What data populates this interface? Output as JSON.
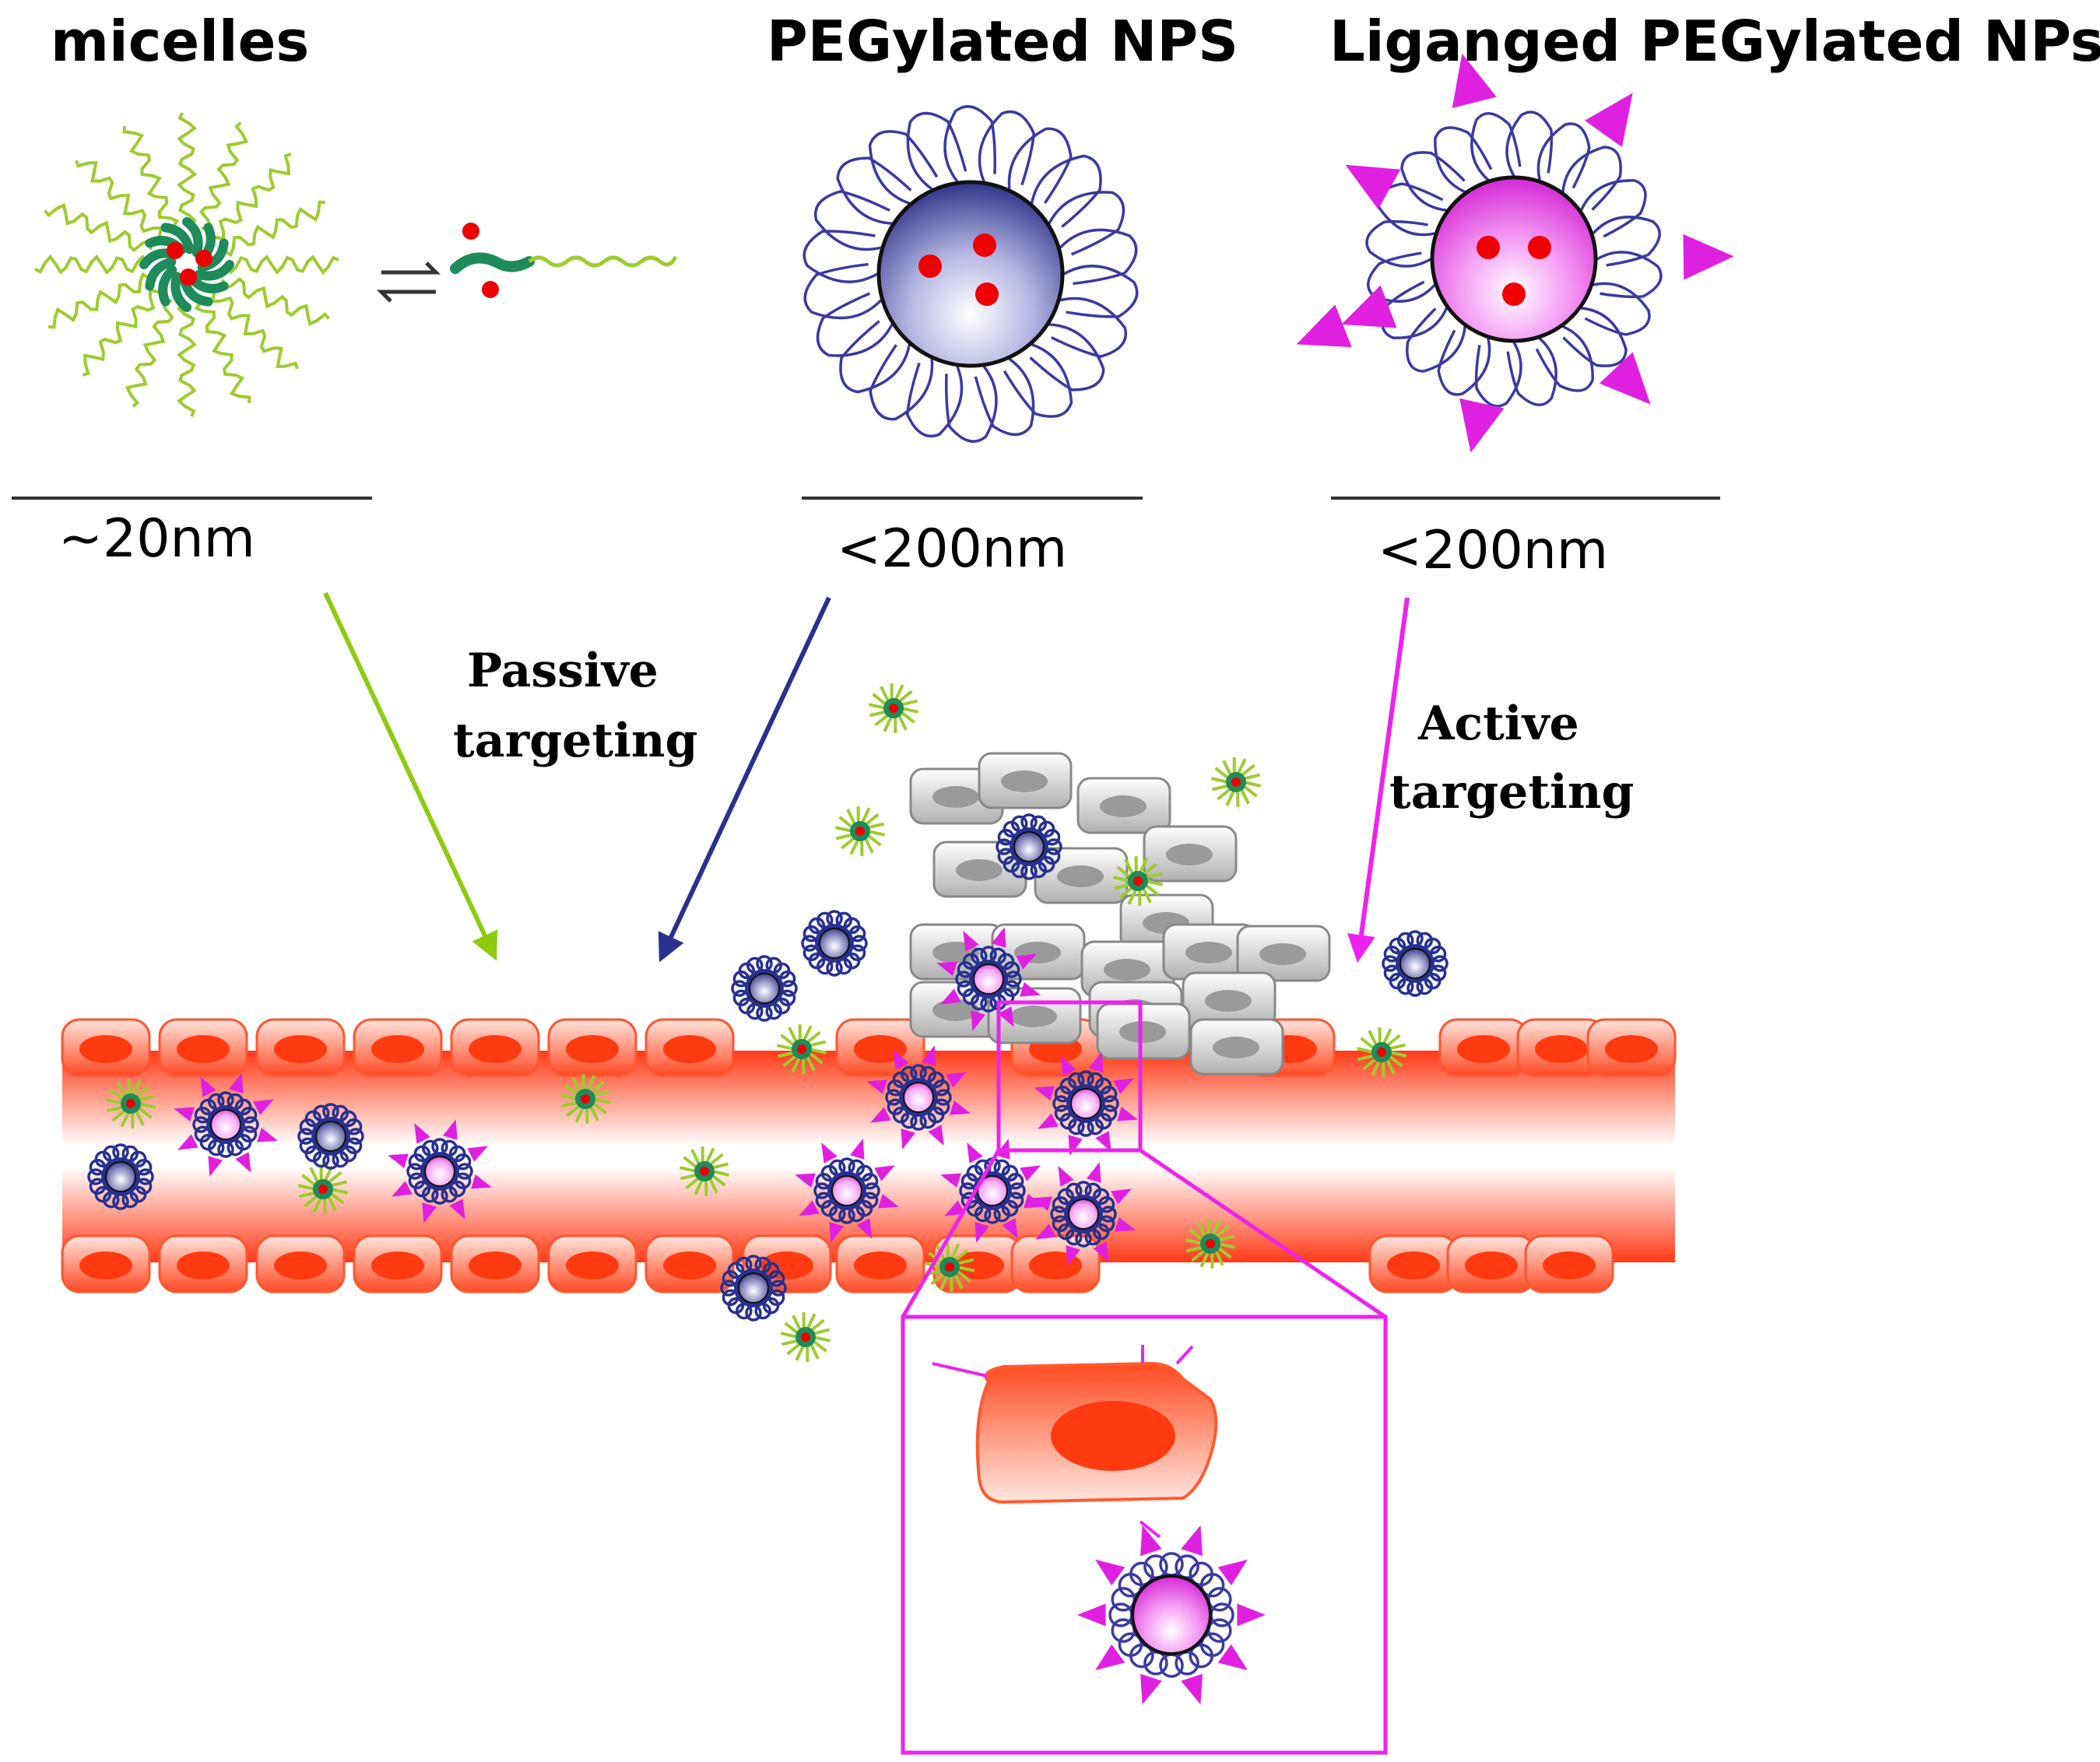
{
  "headers": {
    "micelles": "micelles",
    "pegylated": "PEGylated NPS",
    "liganged": "Liganged PEGylated NPs"
  },
  "sizes": {
    "micelles": "~20nm",
    "pegylated": "<200nm",
    "liganged": "<200nm"
  },
  "targeting": {
    "passive_line1": "Passive",
    "passive_line2": "targeting",
    "active_line1": "Active",
    "active_line2": "targeting"
  },
  "colors": {
    "micelle_tail": "#9ccc2e",
    "micelle_core": "#1f8a5a",
    "drug": "#ee0000",
    "peg_chain": "#3a3aa0",
    "peg_core": "#2a2f8c",
    "ligand": "#e020e0",
    "vessel": "#ff4a2a",
    "tumor_cell": "#b8b8b8",
    "passive_arrow_green": "#8ccc10",
    "passive_arrow_blue": "#283090",
    "active_arrow": "#ee22ee"
  }
}
